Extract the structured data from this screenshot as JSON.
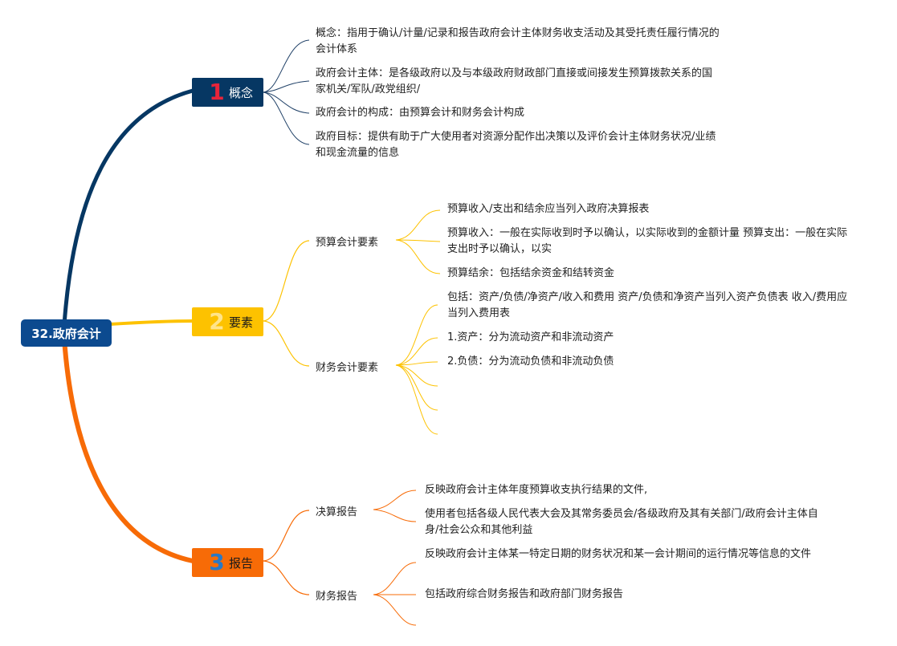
{
  "root": {
    "label": "32.政府会计",
    "color": "#0c4a8f"
  },
  "branches": [
    {
      "number": "1",
      "label": "概念",
      "color": "#063763",
      "leaves": [
        "概念：指用于确认/计量/记录和报告政府会计主体财务收支活动及其受托责任履行情况的会计体系",
        "政府会计主体：是各级政府以及与本级政府财政部门直接或间接发生预算拨款关系的国家机关/军队/政党组织/",
        "政府会计的构成：由预算会计和财务会计构成",
        "政府目标：提供有助于广大使用者对资源分配作出决策以及评价会计主体财务状况/业绩和现金流量的信息"
      ]
    },
    {
      "number": "2",
      "label": "要素",
      "color": "#fdc200",
      "subs": [
        {
          "label": "预算会计要素",
          "leaves": [
            "预算收入/支出和结余应当列入政府决算报表",
            "预算收入：一般在实际收到时予以确认，以实际收到的金额计量 预算支出：一般在实际支出时予以确认，以实",
            "预算结余：包括结余资金和结转资金"
          ]
        },
        {
          "label": "财务会计要素",
          "leaves": [
            "包括：资产/负债/净资产/收入和费用 资产/负债和净资产当列入资产负债表 收入/费用应当列入费用表",
            "1.资产：分为流动资产和非流动资产",
            "2.负债：分为流动负债和非流动负债",
            "",
            "",
            ""
          ]
        }
      ]
    },
    {
      "number": "3",
      "label": "报告",
      "color": "#f76b07",
      "subs": [
        {
          "label": "决算报告",
          "leaves": [
            "反映政府会计主体年度预算收支执行结果的文件,",
            "使用者包括各级人民代表大会及其常务委员会/各级政府及其有关部门/政府会计主体自身/社会公众和其他利益"
          ]
        },
        {
          "label": "财务报告",
          "leaves": [
            "反映政府会计主体某一特定日期的财务状况和某一会计期间的运行情况等信息的文件",
            "包括政府综合财务报告和政府部门财务报告",
            ""
          ]
        }
      ]
    }
  ]
}
